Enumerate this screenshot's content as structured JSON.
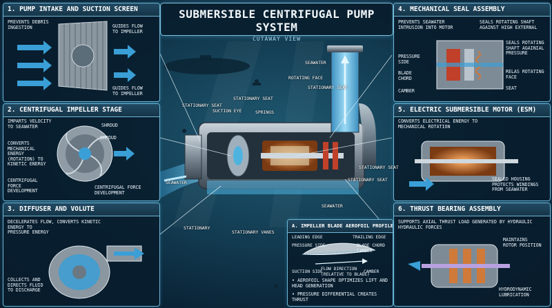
{
  "title": "SUBMERSIBLE CENTRIFUGAL PUMP SYSTEM",
  "subtitle": "CUTAWAY VIEW",
  "panels": {
    "p1": {
      "title": "1. PUMP INTAKE AND SUCTION SCREEN",
      "labels": [
        "PREVENTS DEBRIS\nINGESTION",
        "GUIDES FLOW\nTO IMPELLER",
        "GUIDES FLOW\nTO IMPELLER"
      ]
    },
    "p2": {
      "title": "2. CENTRIFUGAL IMPELLER STAGE",
      "labels": [
        "IMPARTS VELOCITY\nTO SEAWATER",
        "SHROUD",
        "SHROUD",
        "CONVERTS\nMECHANICAL\nENERGY\n(ROTATION) TO\nKINETIC ENERGY",
        "CENTRIFUGAL\nFORCE\nDEVELOPMENT",
        "CENTRIFUGAL FORCE\nDEVELOPMENT"
      ]
    },
    "p3": {
      "title": "3. DIFFUSER AND VOLUTE",
      "labels": [
        "DECELERATES FLOW, CONVERTS KINETIC\nENERGY TO\nPRESSURE ENERGY",
        "COLLECTS AND\nDIRECTS FLUID\nTO DISCHARGE"
      ]
    },
    "p4": {
      "title": "4. MECHANICAL SEAL ASSEMBLY",
      "labels": [
        "PREVENTS SEAWATER\nINTRUSION INTO MOTOR",
        "SEALS ROTATING SHAFT\nAGAINST HIGH EXTERNAL",
        "SEALS ROTATING\nSHAFT AGAINIAL\nPRESSURE",
        "PRESSURE\nSIDE",
        "BLADE\nCHORD",
        "RELAS ROTATING\nFACE",
        "CAMBER",
        "SEAT"
      ]
    },
    "p5": {
      "title": "5. ELECTRIC SUBMERSIBLE MOTOR (ESM)",
      "labels": [
        "CONVERTS ELECTRICAL ENERGY TO\nMECHANICAL ROTATION",
        "SEALED HOUSING\nPROTECTS WINDINGS\nFROM SEAWATER"
      ]
    },
    "p6": {
      "title": "6. THRUST BEARING ASSEMBLY",
      "labels": [
        "SUPPORTS AXIAL THRUST LOAD GENERATED BY HYDRAULIC\nHYDRAULIC FORCES",
        "MAINTAINS\nROTOR POSITION",
        "HYDRODYNAMIC\nLUBRICATION"
      ]
    },
    "pa": {
      "title": "A. IMPELLER BLADE AEROFOIL PROFILE",
      "labels": [
        "LEADING EDGE",
        "TRAILING EDGE",
        "PRESSURE SIDE",
        "BLADE CHORD\nCAMBER",
        "FLOW DIRECTION\n(RELATIVE TO BLADE)",
        "SUCTION SIDE",
        "CAMBER"
      ],
      "bullets": [
        "• AEROFOIL SHAPE OPTIMIZES LIFT AND\n  HEAD GENERATION",
        "• PRESSURE DIFFERENTIAL CREATES THRUST"
      ]
    }
  },
  "center_labels": [
    "SEAWATER",
    "ROTATING FACE",
    "STATIONARY SEAT",
    "STATIONARY SEAT",
    "STATIONARY SEAT",
    "SUCTION EYE",
    "SPRINGS",
    "SEAWATER",
    "STATIONARY SEAT",
    "STATIONARY SEAT",
    "SEAWATER",
    "STATIONARY",
    "STATIONARY VANES"
  ],
  "colors": {
    "accent": "#6fb7d6",
    "water": "#4fb3e0",
    "copper": "#d07a3a",
    "bg": "#0a2336"
  }
}
